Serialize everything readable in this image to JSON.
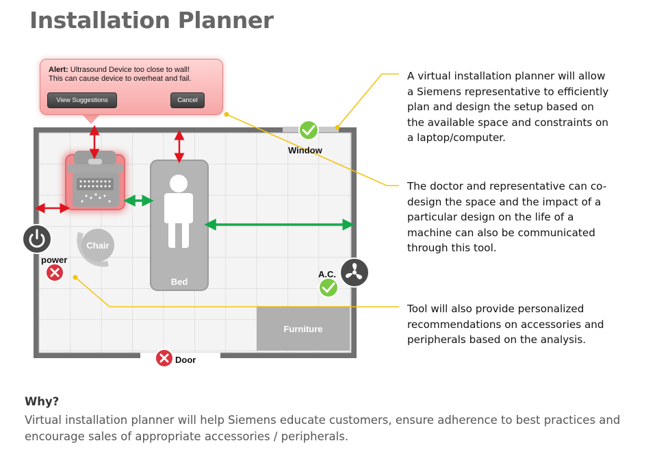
{
  "title": "Installation Planner",
  "alert": {
    "heading": "Alert:",
    "message": "Ultrasound Device too close to wall!",
    "detail": "This can cause device to overheat and fail.",
    "view_button": "View Suggestions",
    "cancel_button": "Cancel"
  },
  "room": {
    "window_label": "Window",
    "power_label": "power",
    "chair_label": "Chair",
    "bed_label": "Bed",
    "ac_label": "A.C.",
    "furniture_label": "Furniture",
    "door_label": "Door"
  },
  "notes": [
    "A virtual installation planner will allow a Siemens representative to efficiently plan and design the setup based on the available space and constraints on a laptop/computer.",
    "The doctor and representative can co-design the space and the impact of a particular design on the life of a machine can also be communicated through this tool.",
    "Tool will also provide personalized recommendations on accessories and peripherals based on the analysis."
  ],
  "why": {
    "heading": "Why?",
    "text": "Virtual installation planner will help Siemens educate customers, ensure adherence to best practices and encourage sales of appropriate accessories / peripherals."
  },
  "colors": {
    "ok": "#7ac943",
    "error": "#d9333f",
    "warning_arrow": "#e0141e",
    "good_arrow": "#14a84a",
    "callout_line": "#f2c40f"
  }
}
